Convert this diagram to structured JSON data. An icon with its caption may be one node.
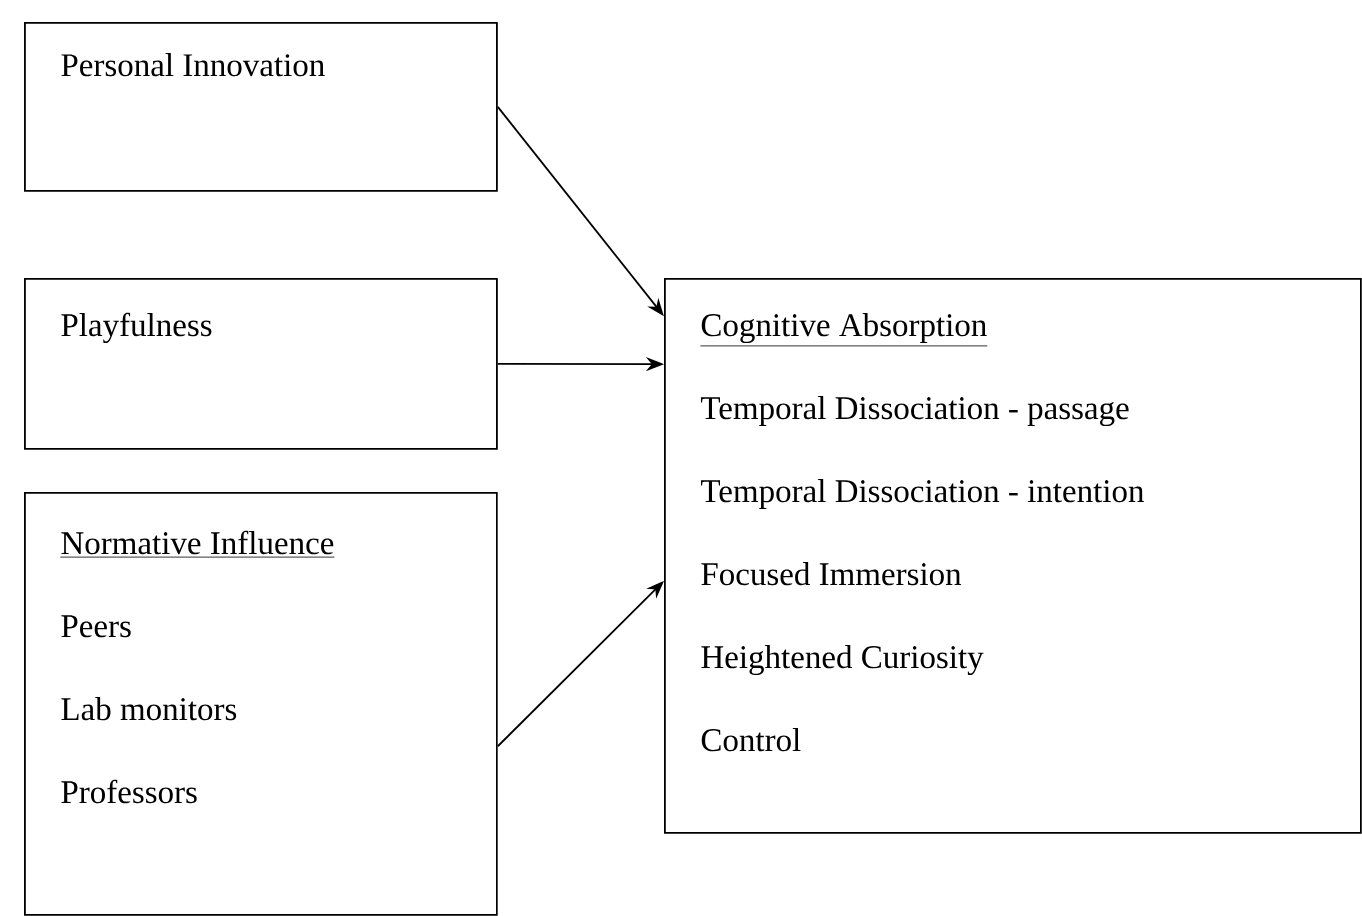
{
  "diagram": {
    "nodes": [
      {
        "text": [
          "Personal Innovation"
        ]
      },
      {
        "text": [
          "Playfulness"
        ]
      },
      {
        "text": [
          "Normative Influence",
          "Peers",
          "Lab monitors",
          "Professors"
        ]
      },
      {
        "text": [
          "Cognitive Absorption",
          "Temporal Dissociation - passage",
          "Temporal Dissociation - intention",
          "Focused Immersion",
          "Heightened Curiosity",
          "Control"
        ]
      }
    ],
    "edges": [
      {
        "from": 0,
        "to": 3,
        "arrow": "to"
      },
      {
        "from": 1,
        "to": 3,
        "arrow": "to"
      },
      {
        "from": 2,
        "to": 3,
        "arrow": "to"
      }
    ]
  }
}
